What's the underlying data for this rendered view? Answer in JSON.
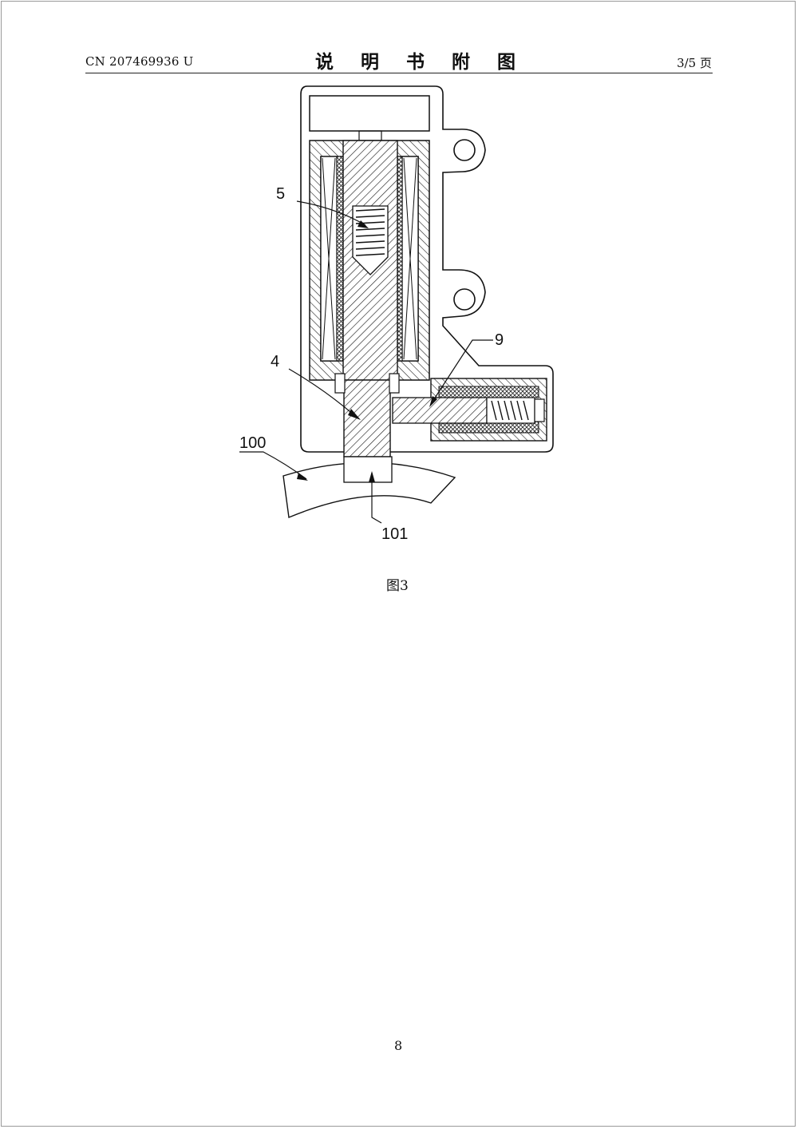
{
  "header": {
    "publication_number": "CN 207469936 U",
    "section_title": "说 明 书 附 图",
    "page_of_total": "3/5 页"
  },
  "figure": {
    "labels": {
      "part_5": "5",
      "part_4": "4",
      "part_9": "9",
      "part_100": "100",
      "part_101": "101"
    },
    "caption": "图3"
  },
  "footer": {
    "page_number": "8"
  }
}
